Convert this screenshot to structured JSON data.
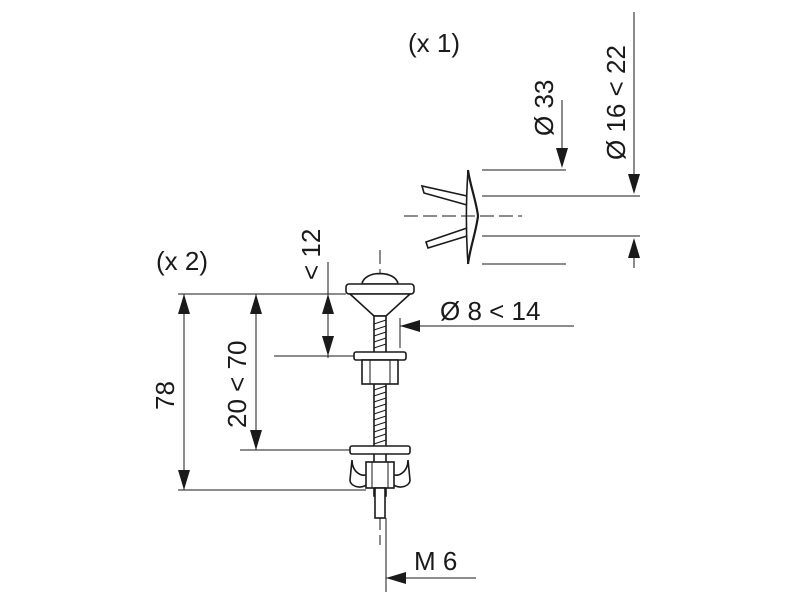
{
  "labels": {
    "qty_cap": "(x 1)",
    "qty_bolt": "(x 2)",
    "dia_33": "Ø 33",
    "dia_16_22": "Ø 16 < 22",
    "dim_12": "< 12",
    "dia_8_14": "Ø 8 < 14",
    "dim_20_70": "20 < 70",
    "dim_78": "78",
    "thread_m6": "M 6"
  }
}
